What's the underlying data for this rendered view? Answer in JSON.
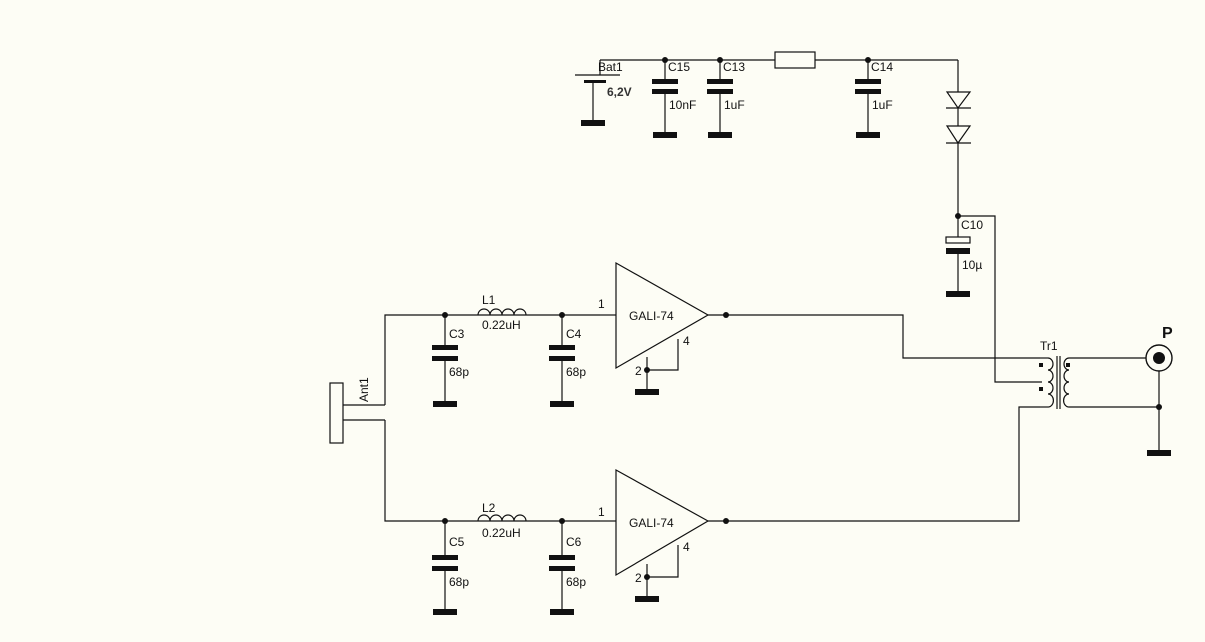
{
  "schematic": {
    "power": {
      "battery": {
        "ref": "Bat1",
        "value": "6,2V"
      },
      "c15": {
        "ref": "C15",
        "value": "10nF"
      },
      "c13": {
        "ref": "C13",
        "value": "1uF"
      },
      "c14": {
        "ref": "C14",
        "value": "1uF"
      },
      "c10": {
        "ref": "C10",
        "value": "10µ"
      }
    },
    "antenna": {
      "ref": "Ant1"
    },
    "upper_chain": {
      "l1": {
        "ref": "L1",
        "value": "0.22uH"
      },
      "c3": {
        "ref": "C3",
        "value": "68p"
      },
      "c4": {
        "ref": "C4",
        "value": "68p"
      },
      "amp": {
        "label": "GALI-74",
        "pin_in": "1",
        "pin_gnd": "2",
        "pin_4": "4"
      }
    },
    "lower_chain": {
      "l2": {
        "ref": "L2",
        "value": "0.22uH"
      },
      "c5": {
        "ref": "C5",
        "value": "68p"
      },
      "c6": {
        "ref": "C6",
        "value": "68p"
      },
      "amp": {
        "label": "GALI-74",
        "pin_in": "1",
        "pin_gnd": "2",
        "pin_4": "4"
      }
    },
    "transformer": {
      "ref": "Tr1"
    },
    "output_port": {
      "ref": "P"
    }
  }
}
